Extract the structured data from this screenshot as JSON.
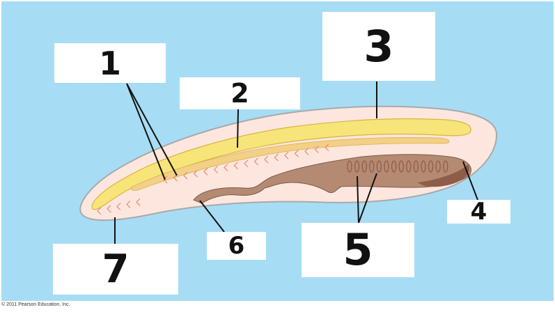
{
  "diagram": {
    "colors": {
      "background": "#a6ddf5",
      "body_fill": "#fde6de",
      "body_outline": "#a9a9a9",
      "notochord": "#f7e57a",
      "notochord_outline": "#d6b440",
      "nerve_cord": "#f3cf88",
      "gut": "#b58a72",
      "gut_dark": "#8e5c48",
      "muscle_segments": "#ea8a78",
      "leader_lines": "#111111"
    },
    "labels": [
      {
        "id": "1",
        "text": "1"
      },
      {
        "id": "2",
        "text": "2"
      },
      {
        "id": "3",
        "text": "3"
      },
      {
        "id": "4",
        "text": "4"
      },
      {
        "id": "5",
        "text": "5"
      },
      {
        "id": "6",
        "text": "6"
      },
      {
        "id": "7",
        "text": "7"
      }
    ],
    "copyright": "© 2011 Pearson Education, Inc."
  }
}
